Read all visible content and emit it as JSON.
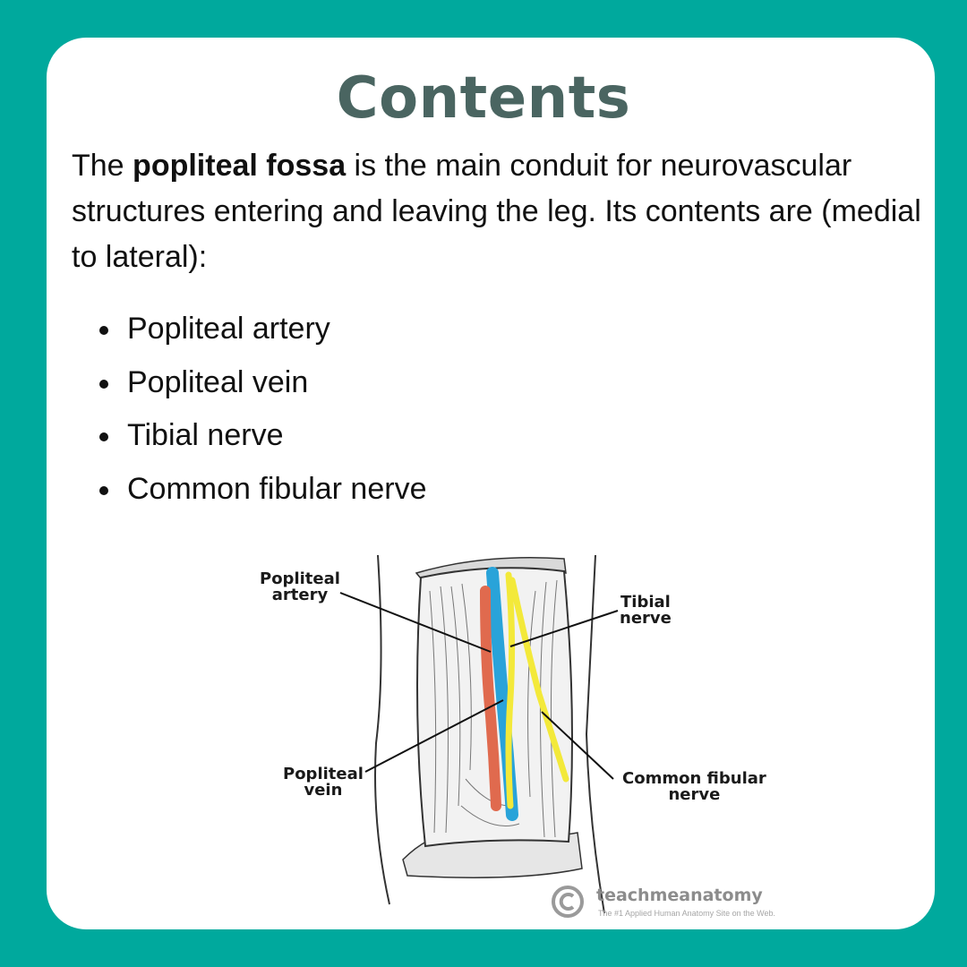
{
  "title": "Contents",
  "intro": {
    "before": "The ",
    "bold": "popliteal fossa",
    "after": " is the main conduit for neurovascular structures entering and leaving the leg. Its contents are (medial to lateral):"
  },
  "bullets": [
    "Popliteal artery",
    "Popliteal vein",
    "Tibial nerve",
    "Common fibular nerve"
  ],
  "figure": {
    "labels": {
      "popliteal_artery": [
        "Popliteal",
        "artery"
      ],
      "tibial_nerve": [
        "Tibial",
        "nerve"
      ],
      "popliteal_vein": [
        "Popliteal",
        "vein"
      ],
      "common_fibular_nerve": [
        "Common fibular",
        "nerve"
      ]
    },
    "colors": {
      "artery": "#e06a4e",
      "vein": "#29a3d9",
      "nerve": "#f3e93a"
    }
  },
  "watermark": {
    "name": "teachmeanatomy",
    "tagline": "The #1 Applied Human Anatomy Site on the Web."
  }
}
